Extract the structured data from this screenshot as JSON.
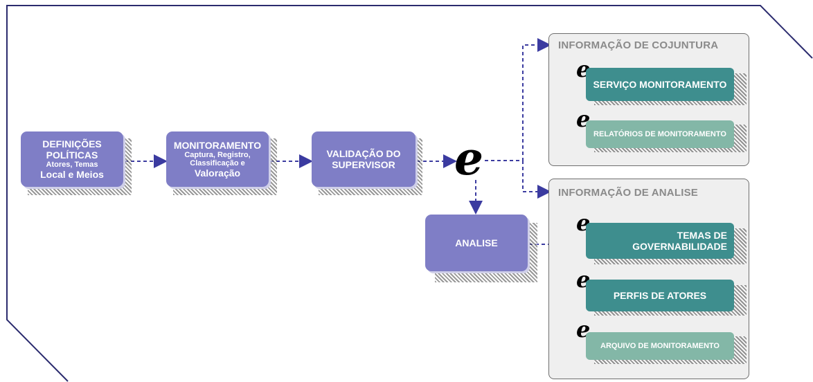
{
  "nodes": {
    "definicoes": {
      "line1": "DEFINIÇÕES",
      "line2": "POLÍTICAS",
      "line3": "Atores, Temas",
      "line4": "Local e Meios"
    },
    "monitoramento": {
      "line1": "MONITORAMENTO",
      "line2": "Captura, Registro,",
      "line3": "Classificação e",
      "line4": "Valoração"
    },
    "validacao": {
      "line1": "VALIDAÇÃO DO",
      "line2": "SUPERVISOR"
    },
    "analise": {
      "label": "ANALISE"
    }
  },
  "panels": {
    "conjuntura": {
      "title": "INFORMAÇÃO DE COJUNTURA",
      "items": [
        "SERVIÇO MONITORAMENTO",
        "RELATÓRIOS DE MONITORAMENTO"
      ]
    },
    "analise": {
      "title": "INFORMAÇÃO DE ANALISE",
      "items": [
        "TEMAS DE",
        "GOVERNABILIDADE",
        "PERFIS DE ATORES",
        "ARQUIVO DE MONITORAMENTO"
      ]
    }
  },
  "icon": {
    "glyph": "e",
    "name": "internet-explorer-icon"
  },
  "colors": {
    "node": "#7f7ec6",
    "teal": "#3e8e8e",
    "teal_light": "#83b7a7",
    "arrow": "#3b3ba0",
    "frame": "#2b2b6e"
  }
}
